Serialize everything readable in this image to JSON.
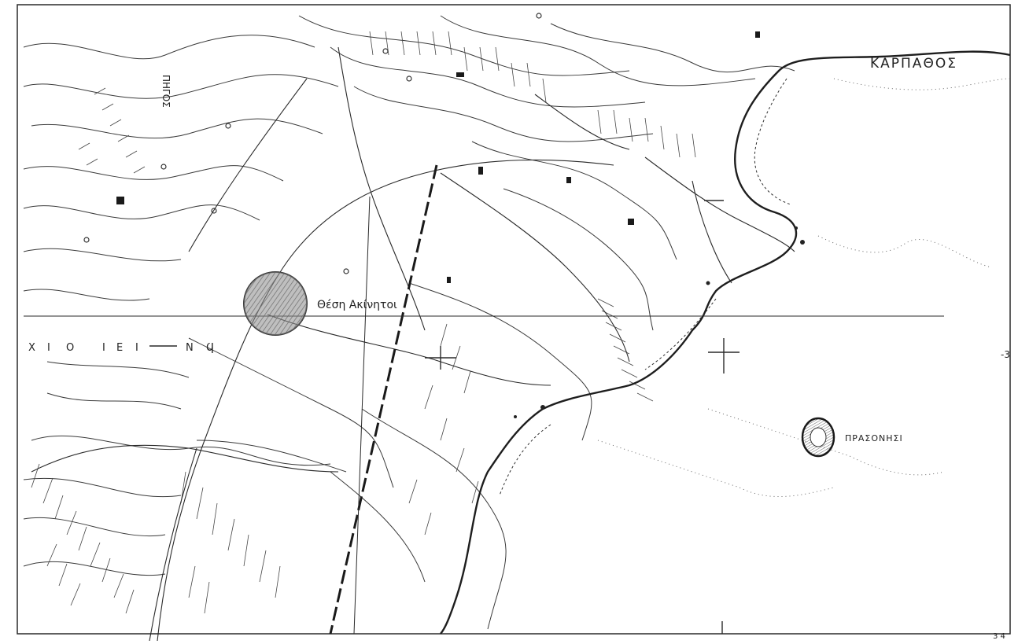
{
  "map": {
    "labels": {
      "karpathos": "ΚΑΡΠΑΘΟΣ",
      "site": "Θέση Ακίνητοι",
      "prasonisi": "ΠΡΑΣΟΝΗΣΙ",
      "vertical_place": "ΠΗΓΟΣ",
      "margin_right_mid": "-3",
      "margin_bottom_right": "3 4",
      "letters_row": [
        "Χ",
        "Ι",
        "Ο",
        "Ι",
        "Ε",
        "Ι",
        "Ν",
        "Ϥ"
      ]
    },
    "colors": {
      "background": "#ffffff",
      "ink": "#2a2a2a",
      "faint_ink": "#7a7a7a",
      "site_marker_fill": "#8a8a8a",
      "site_marker_stroke": "#3a3a3a"
    }
  }
}
